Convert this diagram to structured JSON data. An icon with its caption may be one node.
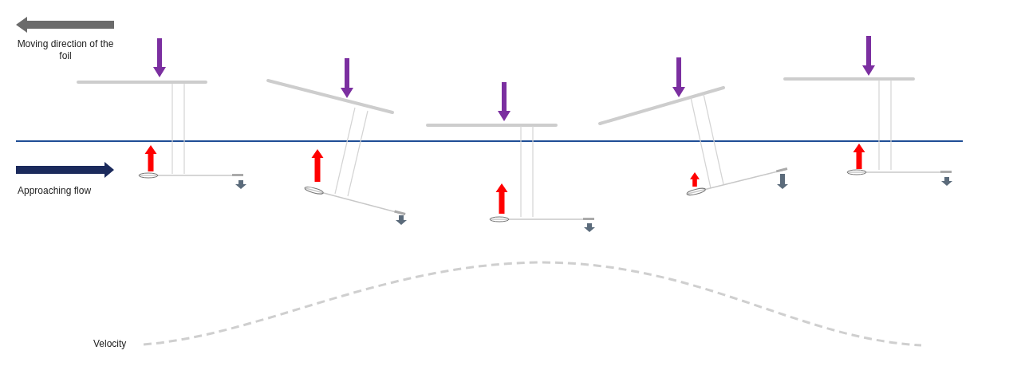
{
  "diagram": {
    "labels": [
      "Moving direction of the foil",
      "Approaching flow",
      "Velocity"
    ]
  }
}
